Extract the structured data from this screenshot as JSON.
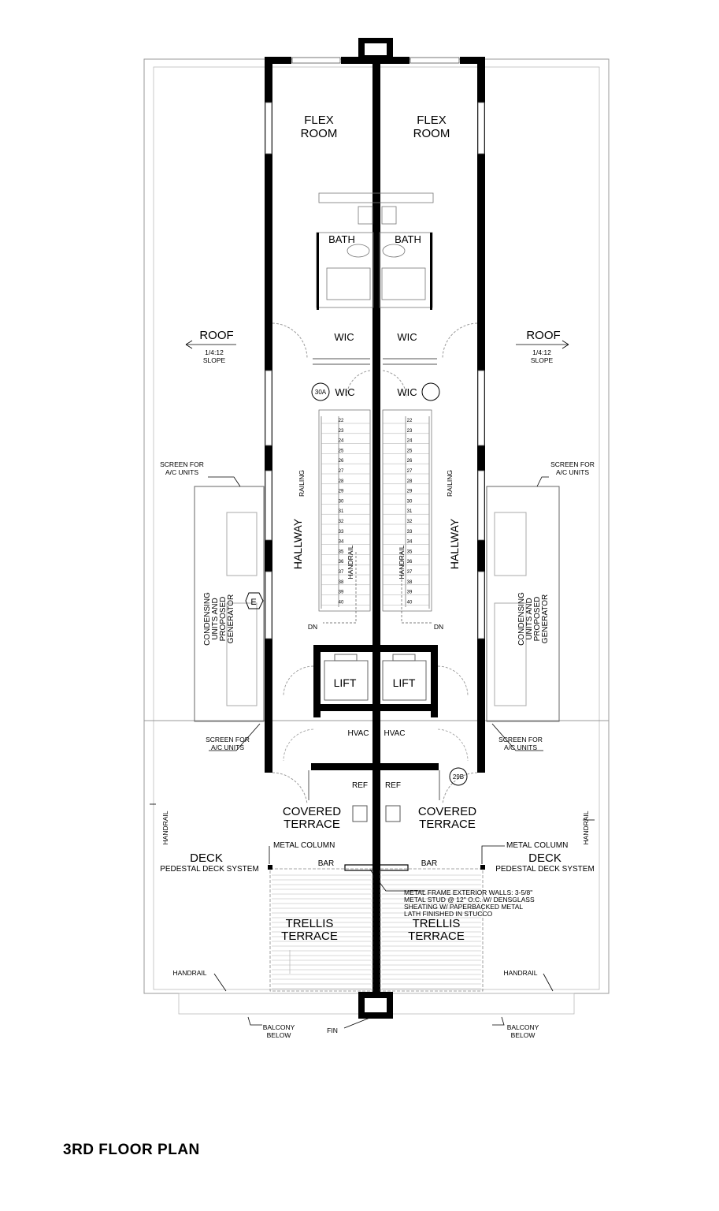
{
  "title": "3RD FLOOR PLAN",
  "rooms": {
    "flex_room_left_1": "FLEX",
    "flex_room_left_2": "ROOM",
    "flex_room_right_1": "FLEX",
    "flex_room_right_2": "ROOM",
    "bath_left": "BATH",
    "bath_right": "BATH",
    "wic_upper_left": "WIC",
    "wic_upper_right": "WIC",
    "wic_lower_left": "WIC",
    "wic_lower_right": "WIC",
    "hallway_left": "HALLWAY",
    "hallway_right": "HALLWAY",
    "lift_left": "LIFT",
    "lift_right": "LIFT",
    "hvac_left": "HVAC",
    "hvac_right": "HVAC",
    "ref_left": "REF",
    "ref_right": "REF",
    "covered_terrace_left_1": "COVERED",
    "covered_terrace_left_2": "TERRACE",
    "covered_terrace_right_1": "COVERED",
    "covered_terrace_right_2": "TERRACE",
    "bar_left": "BAR",
    "bar_right": "BAR",
    "trellis_left_1": "TRELLIS",
    "trellis_left_2": "TERRACE",
    "trellis_right_1": "TRELLIS",
    "trellis_right_2": "TERRACE",
    "deck_left": "DECK",
    "deck_right": "DECK",
    "deck_system_left": "PEDESTAL DECK SYSTEM",
    "deck_system_right": "PEDESTAL DECK SYSTEM"
  },
  "roof": {
    "left_label": "ROOF",
    "left_slope_1": "1/4:12",
    "left_slope_2": "SLOPE",
    "right_label": "ROOF",
    "right_slope_1": "1/4:12",
    "right_slope_2": "SLOPE"
  },
  "annotations": {
    "railing_left": "RAILING",
    "railing_right": "RAILING",
    "handrail_stair_left": "HANDRAIL",
    "handrail_stair_right": "HANDRAIL",
    "dn_left": "DN",
    "dn_right": "DN",
    "screen_left_1": "SCREEN FOR",
    "screen_left_2": "A/C UNITS",
    "screen_right_1": "SCREEN FOR",
    "screen_right_2": "A/C UNITS",
    "screen_lower_left_1": "SCREEN FOR",
    "screen_lower_left_2": "A/C UNITS",
    "screen_lower_right_1": "SCREEN FOR",
    "screen_lower_right_2": "A/C UNITS",
    "condensing_left_1": "CONDENSING",
    "condensing_left_2": "UNITS AND",
    "condensing_left_3": "PROPOSED",
    "condensing_left_4": "GENERATOR",
    "condensing_right_1": "CONDENSING",
    "condensing_right_2": "UNITS AND",
    "condensing_right_3": "PROPOSED",
    "condensing_right_4": "GENERATOR",
    "handrail_side_left": "HANDRAIL",
    "handrail_side_right": "HANDRAIL",
    "handrail_bottom_left": "HANDRAIL",
    "handrail_bottom_right": "HANDRAIL",
    "metal_column_left": "METAL COLUMN",
    "metal_column_right": "METAL COLUMN",
    "wall_note_1": "METAL FRAME EXTERIOR WALLS: 3-5/8\"",
    "wall_note_2": "METAL STUD @ 12\" O.C. W/ DENSGLASS",
    "wall_note_3": "SHEATING W/ PAPERBACKED METAL",
    "wall_note_4": "LATH FINISHED IN STUCCO",
    "balcony_left_1": "BALCONY",
    "balcony_left_2": "BELOW",
    "balcony_right_1": "BALCONY",
    "balcony_right_2": "BELOW",
    "fin": "FIN",
    "tag_30a": "30A",
    "tag_29b": "29B",
    "tag_e": "E"
  },
  "stair_steps": [
    "22",
    "23",
    "24",
    "25",
    "26",
    "27",
    "28",
    "29",
    "30",
    "31",
    "32",
    "33",
    "34",
    "35",
    "36",
    "37",
    "38",
    "39",
    "40"
  ]
}
